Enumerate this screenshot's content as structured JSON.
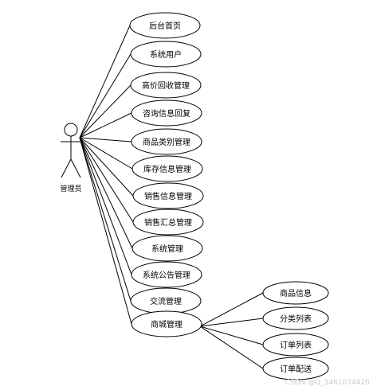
{
  "actor": {
    "label": "管理员"
  },
  "use_cases": [
    {
      "id": "home",
      "label": "后台首页"
    },
    {
      "id": "users",
      "label": "系统用户"
    },
    {
      "id": "recycle",
      "label": "高价回收管理"
    },
    {
      "id": "consult",
      "label": "咨询信息回复"
    },
    {
      "id": "category",
      "label": "商品类别管理"
    },
    {
      "id": "stock",
      "label": "库存信息管理"
    },
    {
      "id": "sales",
      "label": "销售信息管理"
    },
    {
      "id": "summary",
      "label": "销售汇总管理"
    },
    {
      "id": "system",
      "label": "系统管理"
    },
    {
      "id": "notice",
      "label": "系统公告管理"
    },
    {
      "id": "exchange",
      "label": "交流管理"
    },
    {
      "id": "mall",
      "label": "商城管理"
    }
  ],
  "sub_cases": [
    {
      "id": "product-info",
      "label": "商品信息"
    },
    {
      "id": "category-list",
      "label": "分类列表"
    },
    {
      "id": "order-list",
      "label": "订单列表"
    },
    {
      "id": "order-delivery",
      "label": "订单配送"
    }
  ],
  "watermark": "CSDN @Q_3461074420",
  "colors": {
    "line": "#000000",
    "ellipse_fill": "#ffffff",
    "ellipse_stroke": "#000000"
  }
}
